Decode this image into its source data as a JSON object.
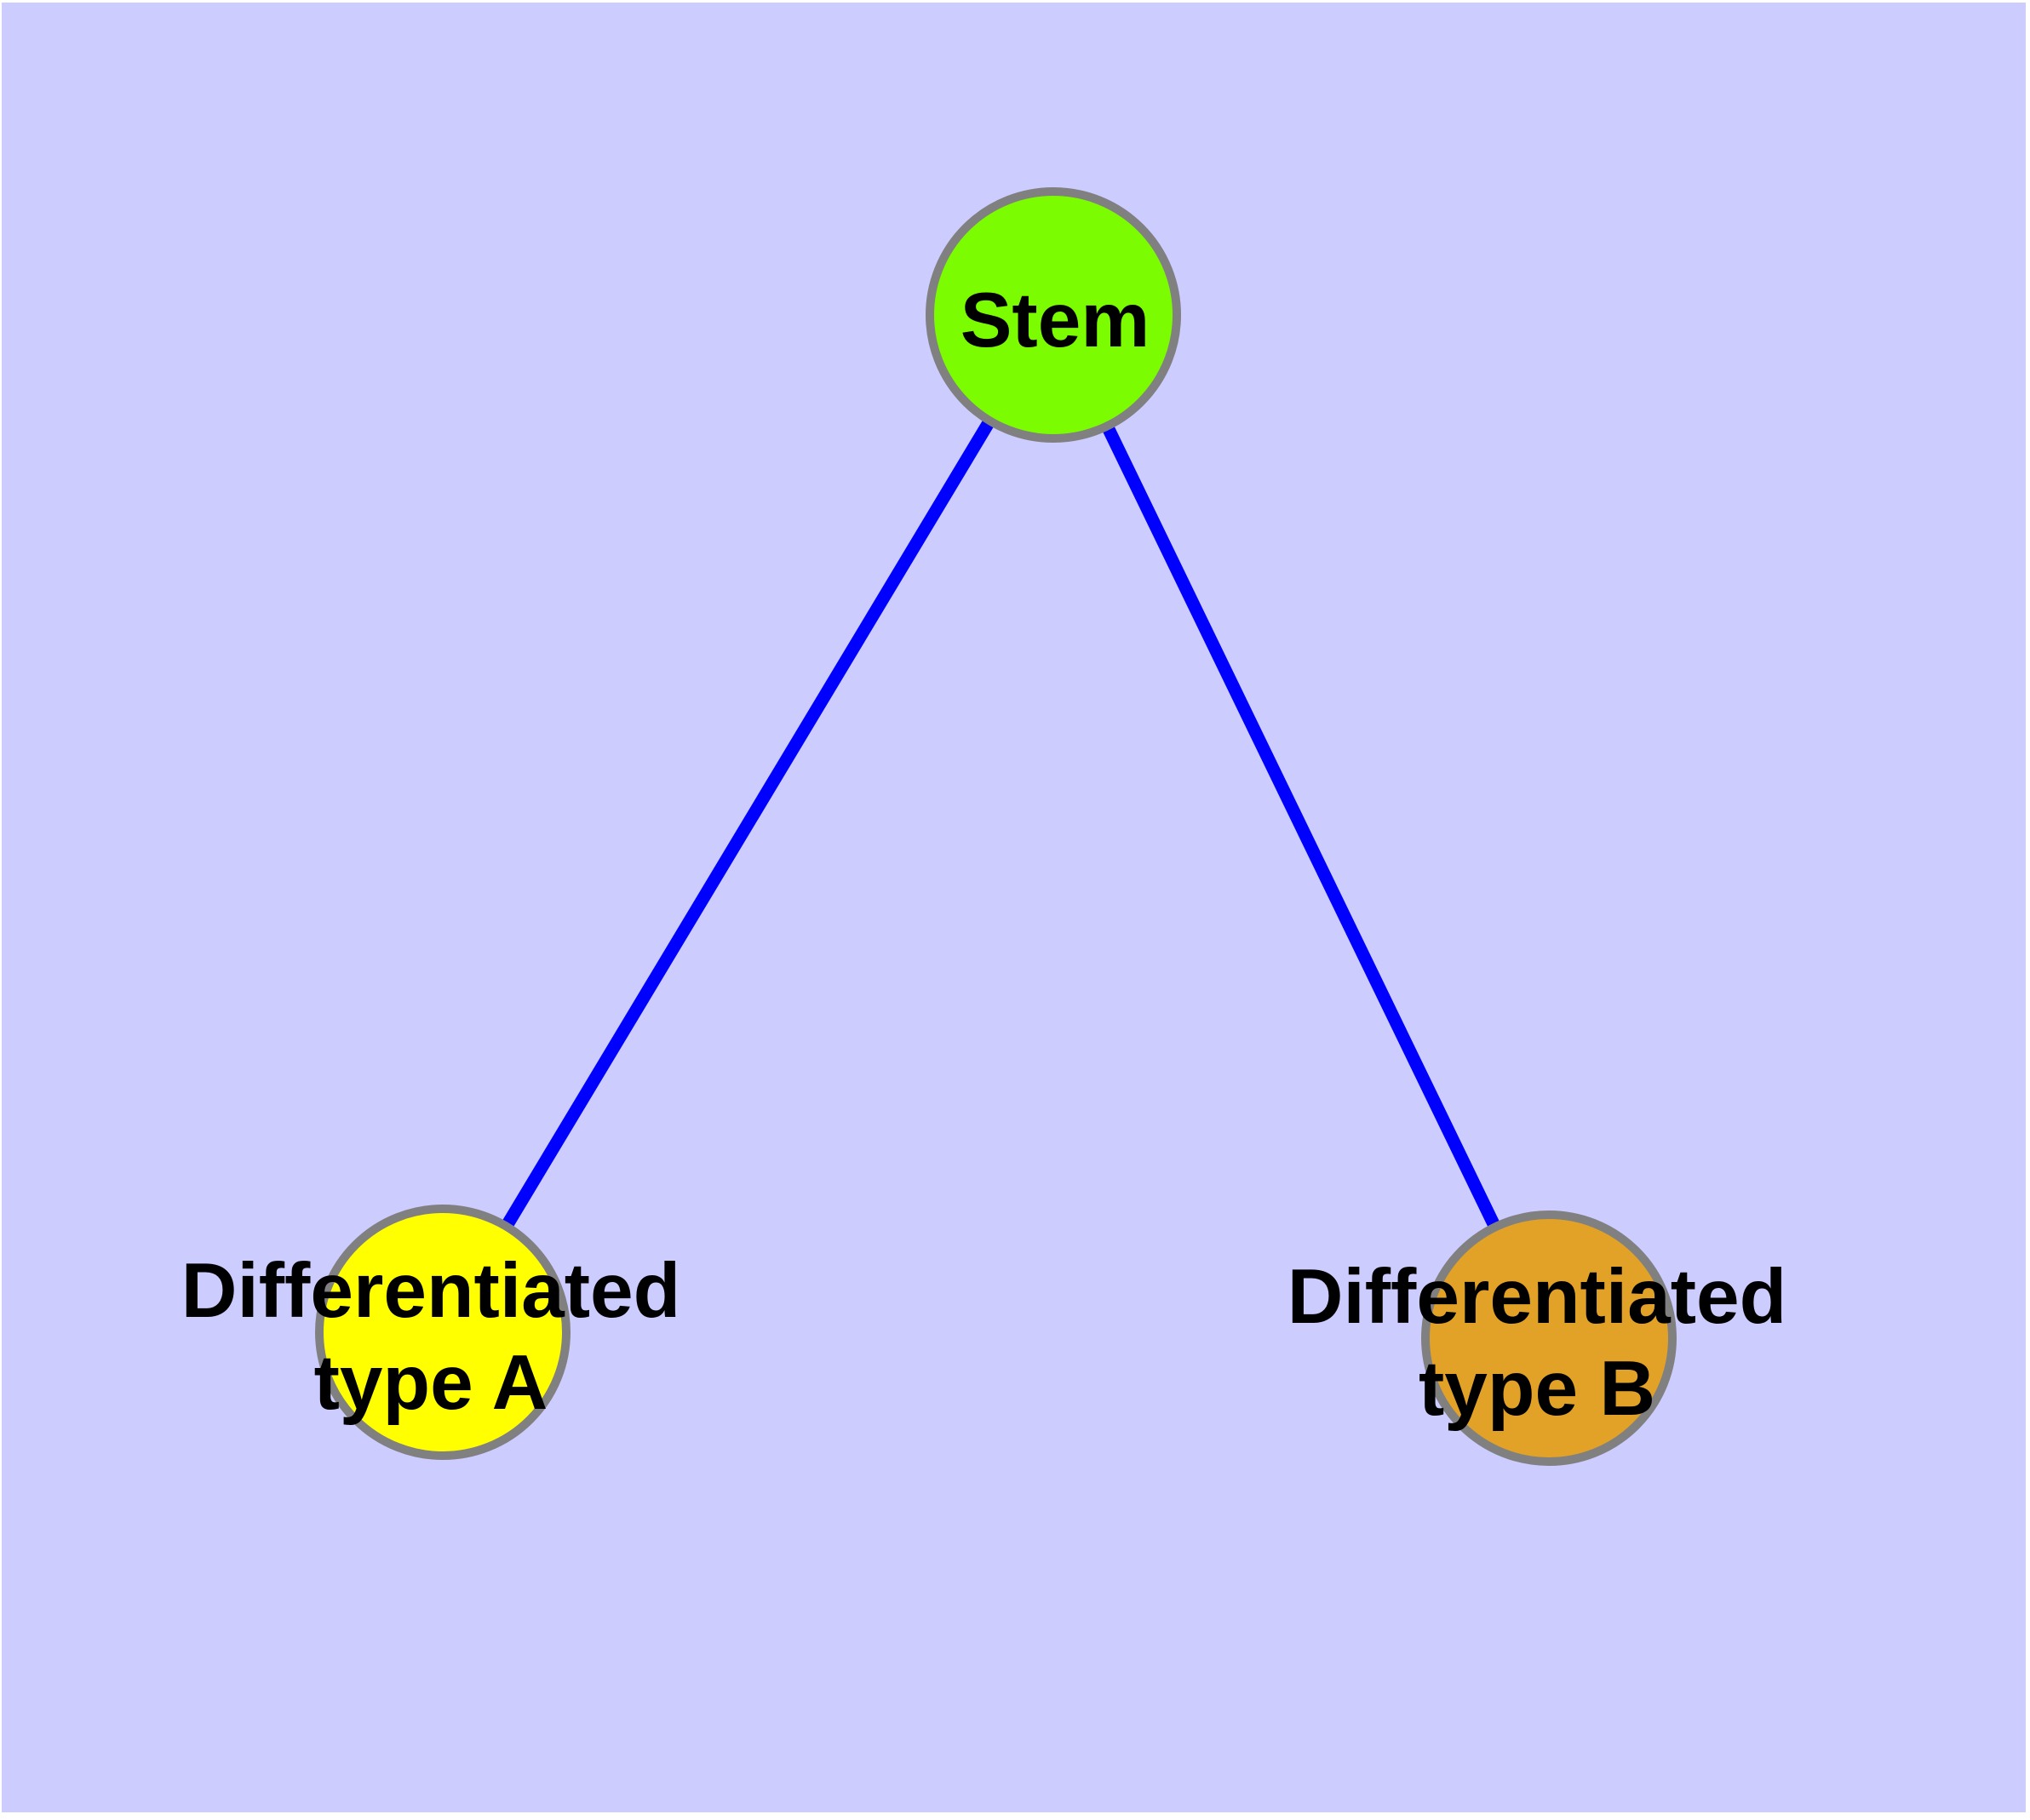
{
  "diagram": {
    "type": "graph",
    "background_color": "#CCCCFF",
    "edge_color": "#0000FF",
    "node_border_color": "#808080",
    "label_color": "#000000",
    "nodes": [
      {
        "id": "stem",
        "label": "Stem",
        "color": "#7CFC00"
      },
      {
        "id": "type_a",
        "label_line1": "Differentiated",
        "label_line2": "type A",
        "label_full": "Differentiated type A",
        "color": "#FFFF00"
      },
      {
        "id": "type_b",
        "label_line1": "Differentiated",
        "label_line2": "type B",
        "label_full": "Differentiated type B",
        "color": "#E2A227"
      }
    ],
    "edges": [
      {
        "from": "Stem",
        "to": "Differentiated type A"
      },
      {
        "from": "Stem",
        "to": "Differentiated type B"
      }
    ]
  }
}
